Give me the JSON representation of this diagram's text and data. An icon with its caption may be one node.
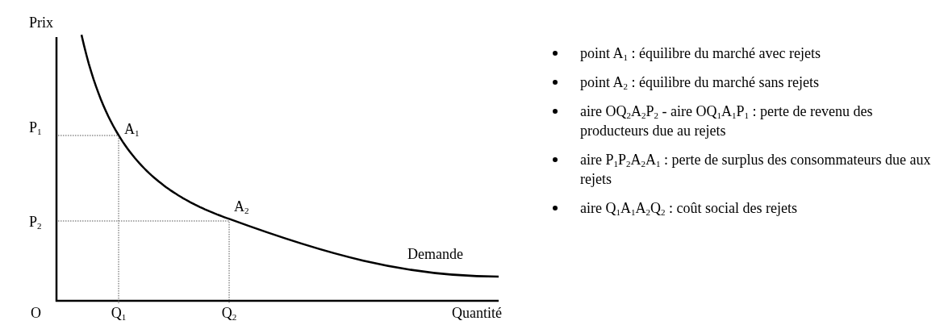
{
  "diagram": {
    "labels": [
      "Prix",
      "P$_{1}$",
      "A$_{1}$",
      "A$_{2}$",
      "P$_{2}$",
      "Demande",
      "O",
      "Q$_{1}$",
      "Q$_{2}$",
      "Quantité",
      "point A$_{1}$ : équilibre du marché avec rejets",
      "point A$_{2}$ : équilibre du marché sans rejets",
      "aire OQ$_{2}$A$_{2}$P$_{2}$ - aire OQ$_{1}$A$_{1}$P$_{1}$ : perte de revenu des producteurs due au rejets",
      "aire P$_{1}$P$_{2}$A$_{2}$A$_{1}$ : perte de surplus des consommateurs due aux rejets",
      "aire Q$_{1}$A$_{1}$A$_{2}$Q$_{2}$ : coût social des rejets"
    ]
  }
}
